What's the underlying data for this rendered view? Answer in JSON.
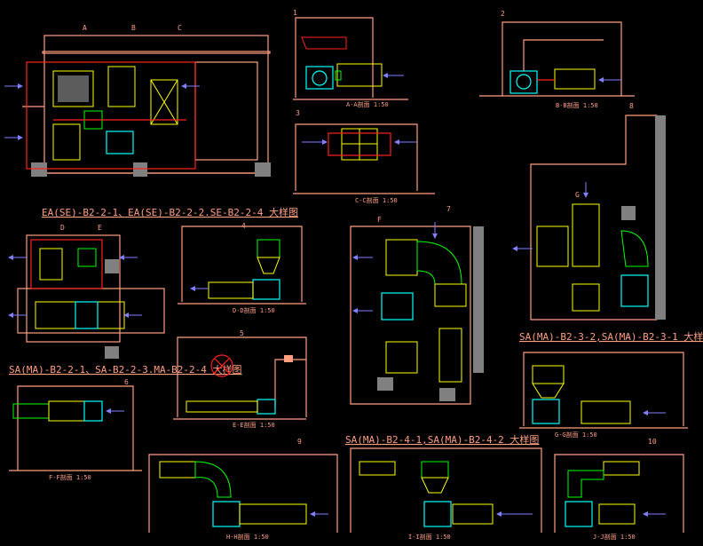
{
  "titles": {
    "ea_se": "EA(SE)-B2-2-1、EA(SE)-B2-2-2.SE-B2-2-4 大样图",
    "sa_ma_2": "SA(MA)-B2-2-1、SA-B2-2-3.MA-B2-2-4 大样图",
    "sa_ma_4": "SA(MA)-B2-4-1,SA(MA)-B2-4-2 大样图",
    "sa_ma_3": "SA(MA)-B2-3-2,SA(MA)-B2-3-1 大样图"
  },
  "sections": {
    "a": "A-A剖面 1:50",
    "b": "B-B剖面 1:50",
    "c": "C-C剖面 1:50",
    "d": "D-D剖面 1:50",
    "e": "E-E剖面 1:50",
    "f": "F-F剖面 1:50",
    "g": "G-G剖面 1:50",
    "h": "H-H剖面 1:50",
    "i": "I-I剖面 1:50",
    "j": "J-J剖面 1:50"
  },
  "grid_labels": {
    "a": "A",
    "b": "B",
    "c": "C",
    "d": "D",
    "e": "E",
    "f": "F",
    "g": "G"
  },
  "axis_numbers": {
    "n1": "1",
    "n2": "2",
    "n3": "3",
    "n4": "4",
    "n5": "5",
    "n6": "6",
    "n7": "7",
    "n8": "8",
    "n9": "9",
    "n10": "10"
  },
  "colors": {
    "background": "#000000",
    "walls": "#ff9f80",
    "duct": "#ffff00",
    "fan": "#00ffff",
    "elbow": "#00ff00",
    "damper": "#ff2020",
    "airflow": "#8080ff"
  }
}
